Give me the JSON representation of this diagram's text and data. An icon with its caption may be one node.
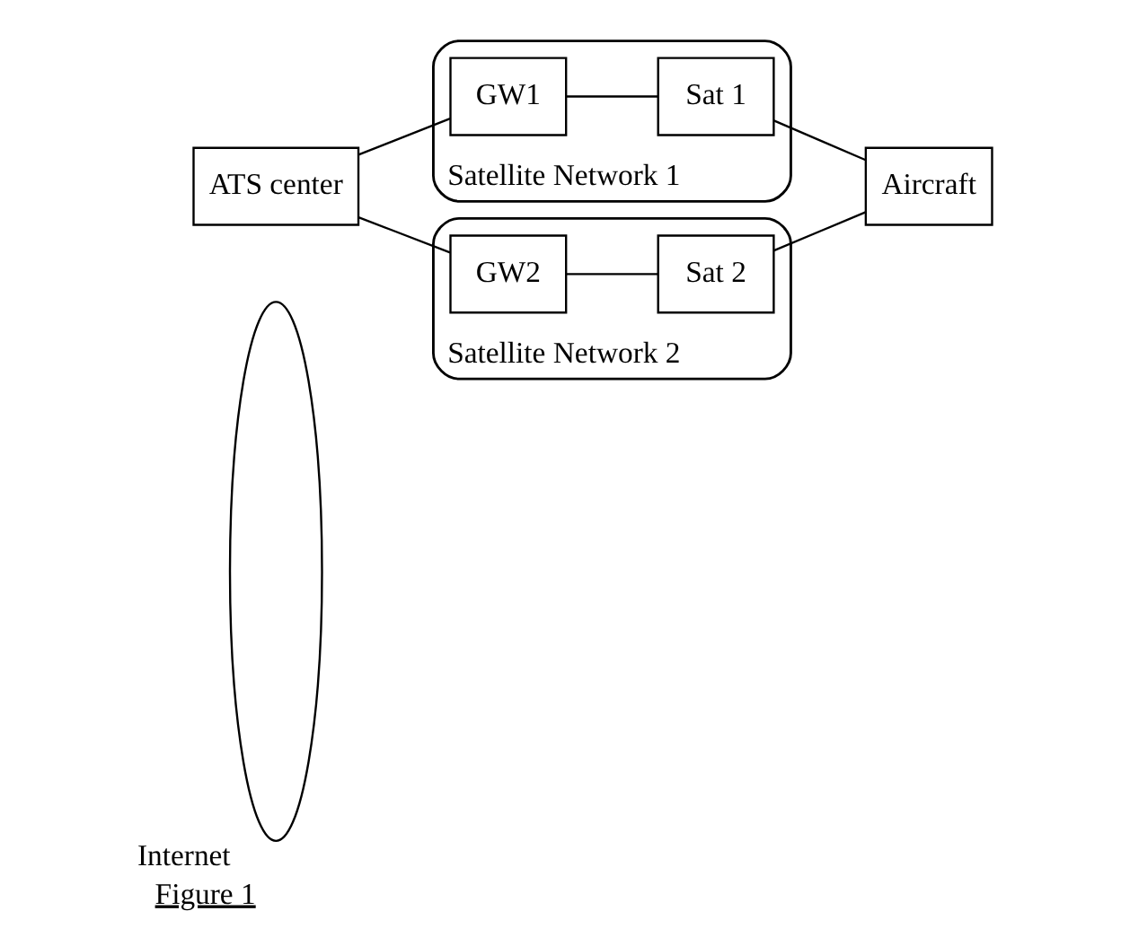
{
  "diagram": {
    "caption": "Figure 1",
    "nodes": [
      {
        "text": [
          "Internet"
        ]
      },
      {
        "text": [
          "Satellite Network 1"
        ]
      },
      {
        "text": [
          "GW1"
        ],
        "in": 1
      },
      {
        "text": [
          "Sat 1"
        ],
        "in": 1
      },
      {
        "text": [
          "ATS center"
        ]
      },
      {
        "text": [
          "Aircraft"
        ]
      },
      {
        "text": [
          "Satellite Network 2"
        ]
      },
      {
        "text": [
          "GW2"
        ],
        "in": 6
      },
      {
        "text": [
          "Sat 2"
        ],
        "in": 6
      }
    ],
    "edges": [
      {
        "from": 2,
        "to": 3,
        "arrow": "none"
      },
      {
        "from": 4,
        "to": 2,
        "arrow": "none"
      },
      {
        "from": 3,
        "to": 5,
        "arrow": "none"
      },
      {
        "from": 4,
        "to": 7,
        "arrow": "none"
      },
      {
        "from": 7,
        "to": 8,
        "arrow": "none"
      },
      {
        "from": 8,
        "to": 5,
        "arrow": "none"
      }
    ]
  }
}
